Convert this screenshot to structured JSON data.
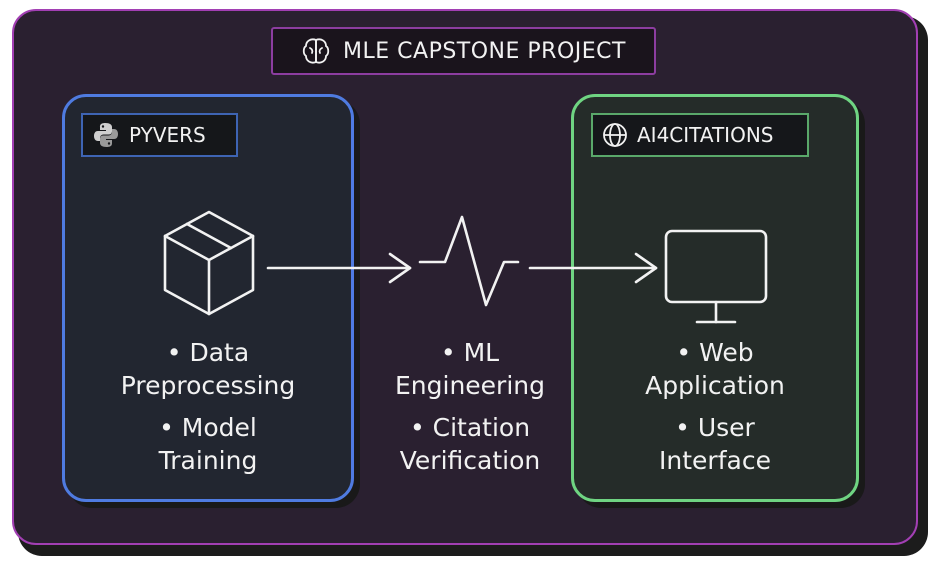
{
  "title": {
    "text": "MLE CAPSTONE PROJECT",
    "icon": "brain-icon"
  },
  "left": {
    "label": "PYVERS",
    "label_icon": "python-logo-icon",
    "main_icon": "box-icon",
    "bullets": [
      {
        "lines": [
          "• Data",
          "Preprocessing"
        ]
      },
      {
        "lines": [
          "• Model",
          "Training"
        ]
      }
    ],
    "border_color": "#4f7be0"
  },
  "middle": {
    "icon": "pulse-waveform-icon",
    "bullets": [
      {
        "lines": [
          "• ML",
          "Engineering"
        ]
      },
      {
        "lines": [
          "• Citation",
          "Verification"
        ]
      }
    ]
  },
  "right": {
    "label": "AI4CITATIONS",
    "label_icon": "globe-icon",
    "main_icon": "monitor-icon",
    "bullets": [
      {
        "lines": [
          "• Web",
          "Application"
        ]
      },
      {
        "lines": [
          "• User",
          "Interface"
        ]
      }
    ],
    "border_color": "#6fd482"
  },
  "frame_color": "#a23fb3"
}
